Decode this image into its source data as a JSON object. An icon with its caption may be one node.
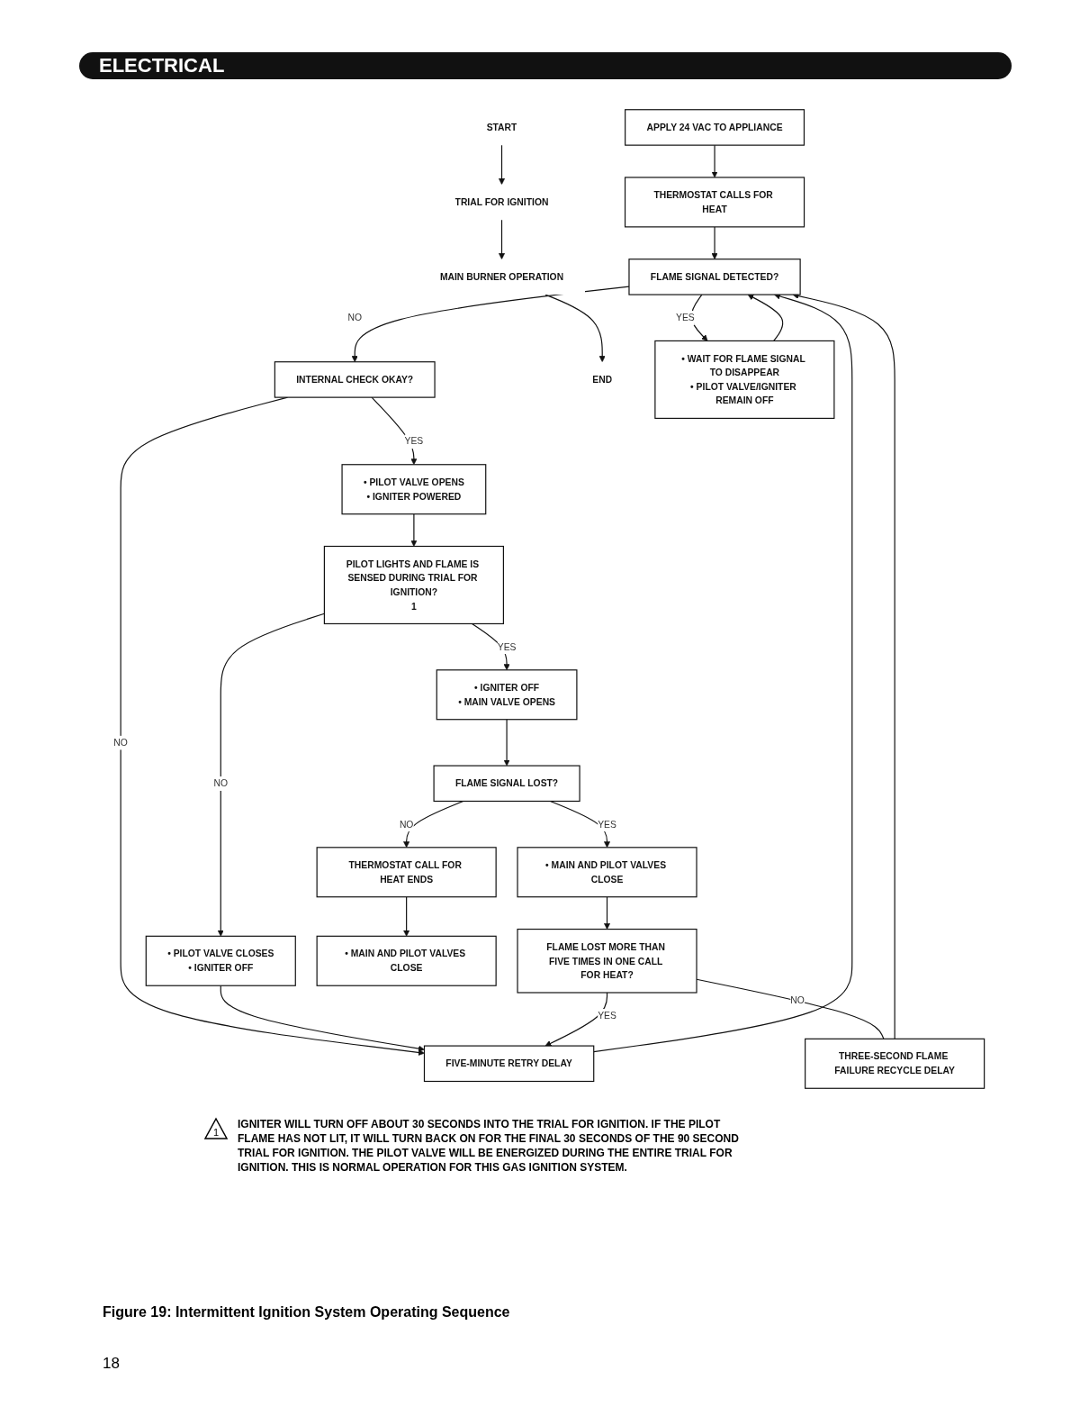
{
  "diagram": {
    "title": "ELECTRICAL",
    "caption": "Figure 19: Intermittent Ignition System Operating Sequence",
    "nodes": [
      {
        "text": [
          "APPLY 24 VAC TO APPLIANCE"
        ]
      },
      {
        "text": [
          "THERMOSTAT CALLS FOR HEAT"
        ]
      },
      {
        "text": [
          "FIVE-MINUTE RETRY DELAY"
        ]
      },
      {
        "text": [
          "FLAME SIGNAL DETECTED?"
        ]
      },
      {
        "text": [
          "• WAIT FOR FLAME SIGNAL TO DISAPPEAR",
          "• PILOT VALVE/IGNITER REMAIN OFF"
        ]
      },
      {
        "text": [
          "INTERNAL CHECK OKAY?"
        ]
      },
      {
        "text": [
          "THREE-SECOND FLAME FAILURE RECYCLE DELAY"
        ]
      },
      {
        "text": [
          "• PILOT VALVE OPENS",
          "• IGNITER POWERED"
        ]
      },
      {
        "text": [
          "PILOT LIGHTS AND FLAME IS SENSED DURING TRIAL FOR IGNITION?",
          "1"
        ]
      },
      {
        "text": [
          "• PILOT VALVE CLOSES",
          "• IGNITER OFF"
        ]
      },
      {
        "text": [
          "• IGNITER OFF",
          "• MAIN VALVE OPENS"
        ]
      },
      {
        "text": [
          "FLAME SIGNAL LOST?"
        ]
      },
      {
        "text": [
          "• MAIN AND PILOT VALVES CLOSE"
        ]
      },
      {
        "text": [
          "THERMOSTAT CALL FOR HEAT ENDS"
        ]
      },
      {
        "text": [
          "FLAME LOST MORE THAN FIVE TIMES IN ONE CALL FOR HEAT?"
        ]
      },
      {
        "text": [
          "• MAIN AND PILOT VALVES CLOSE"
        ]
      },
      {
        "text": [
          "START"
        ]
      },
      {
        "text": [
          "TRIAL FOR IGNITION"
        ]
      },
      {
        "text": [
          "MAIN BURNER OPERATION"
        ]
      },
      {
        "text": [
          "END"
        ]
      }
    ],
    "edges": [
      {
        "from": 0,
        "to": 1,
        "arrow": "to"
      },
      {
        "from": 1,
        "to": 3,
        "arrow": "to"
      },
      {
        "from": 2,
        "to": 3,
        "arrow": "to"
      },
      {
        "from": 4,
        "to": 3,
        "arrow": "to"
      },
      {
        "from": 3,
        "to": 4,
        "label": "YES",
        "arrow": "to"
      },
      {
        "from": 3,
        "to": 5,
        "label": "NO",
        "arrow": "to"
      },
      {
        "from": 5,
        "to": 2,
        "label": "NO",
        "arrow": "to"
      },
      {
        "from": 5,
        "to": 7,
        "label": "YES",
        "arrow": "to"
      },
      {
        "from": 7,
        "to": 8,
        "arrow": "to"
      },
      {
        "from": 8,
        "to": 9,
        "label": "NO",
        "arrow": "to"
      },
      {
        "from": 9,
        "to": 2,
        "arrow": "to"
      },
      {
        "from": 8,
        "to": 10,
        "label": "YES",
        "arrow": "to"
      },
      {
        "from": 10,
        "to": 11,
        "arrow": "to"
      },
      {
        "from": 11,
        "to": 12,
        "label": "YES",
        "arrow": "to"
      },
      {
        "from": 11,
        "to": 13,
        "label": "NO",
        "arrow": "to"
      },
      {
        "from": 12,
        "to": 14,
        "arrow": "to"
      },
      {
        "from": 13,
        "to": 15,
        "arrow": "to"
      },
      {
        "from": 14,
        "to": 6,
        "label": "NO",
        "arrow": "none"
      },
      {
        "from": 6,
        "to": 3,
        "arrow": "to"
      },
      {
        "from": 14,
        "to": 2,
        "label": "YES",
        "arrow": "to"
      },
      {
        "from": 16,
        "to": 17,
        "arrow": "to"
      },
      {
        "from": 17,
        "to": 18,
        "arrow": "to"
      },
      {
        "from": 18,
        "to": 19,
        "arrow": "to"
      }
    ],
    "labels": [
      "1",
      "IGNITER WILL TURN OFF ABOUT 30 SECONDS INTO THE TRIAL FOR IGNITION. IF THE PILOT FLAME HAS NOT LIT, IT WILL TURN BACK ON FOR THE FINAL 30 SECONDS OF THE 90 SECOND TRIAL FOR IGNITION. THE PILOT VALVE WILL BE ENERGIZED DURING THE ENTIRE TRIAL FOR IGNITION. THIS IS NORMAL OPERATION FOR THIS GAS IGNITION SYSTEM.",
      "18"
    ]
  }
}
